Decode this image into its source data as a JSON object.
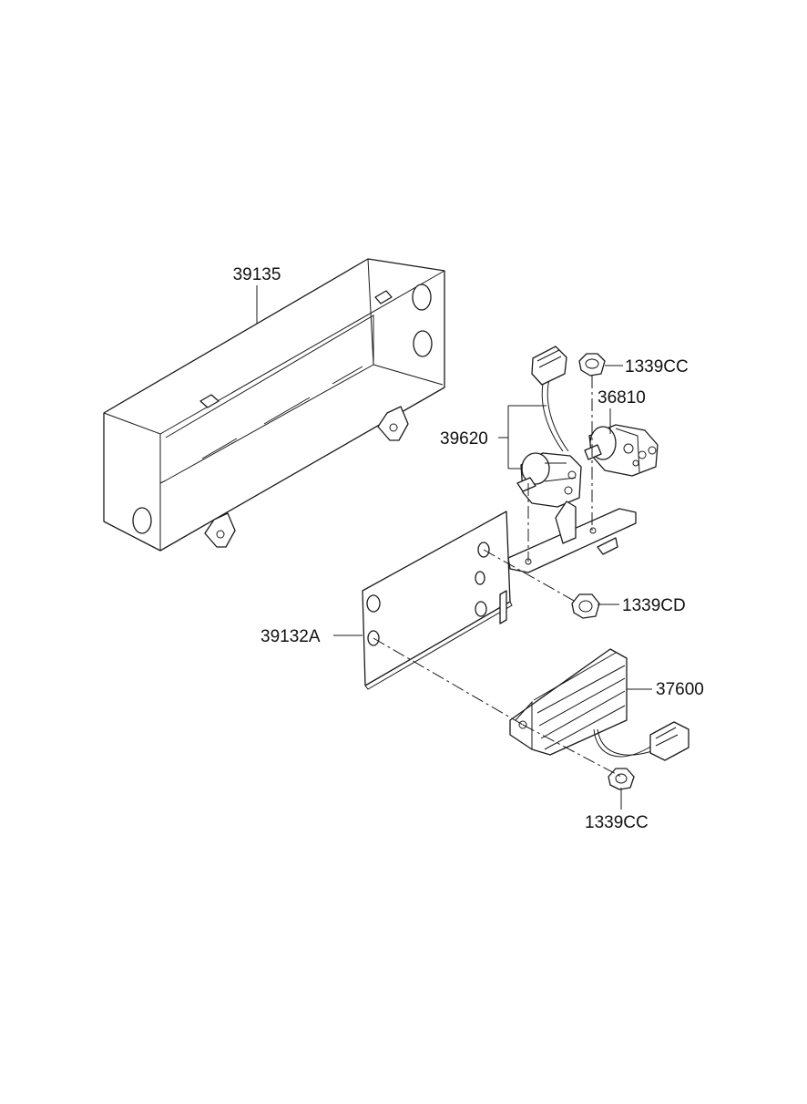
{
  "labels": {
    "p39135": "39135",
    "p39620": "39620",
    "p1339cc_top": "1339CC",
    "p36810": "36810",
    "p1339cd": "1339CD",
    "p39132a": "39132A",
    "p37600": "37600",
    "p1339cc_bottom": "1339CC"
  }
}
